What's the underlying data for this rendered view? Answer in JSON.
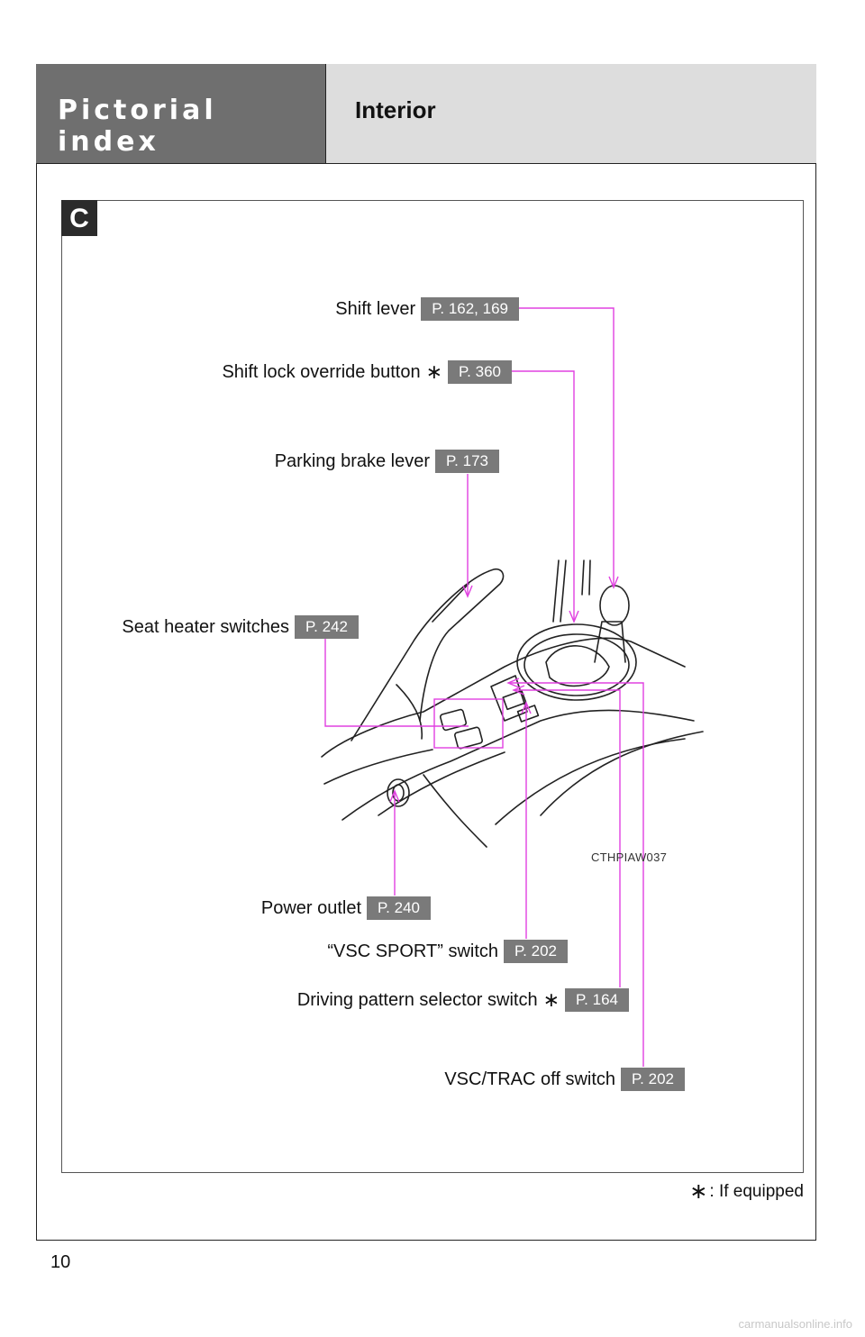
{
  "header": {
    "section_title": "Pictorial index",
    "page_topic": "Interior"
  },
  "panel": {
    "tag": "C"
  },
  "callouts": {
    "shift_lever": {
      "label": "Shift lever",
      "page": "P. 162, 169"
    },
    "shift_lock": {
      "label": "Shift lock override button",
      "star": "∗",
      "page": "P. 360"
    },
    "parking_brake": {
      "label": "Parking brake lever",
      "page": "P. 173"
    },
    "seat_heater": {
      "label": "Seat heater switches",
      "page": "P. 242"
    },
    "power_outlet": {
      "label": "Power outlet",
      "page": "P. 240"
    },
    "vsc_sport": {
      "label": "“VSC SPORT” switch",
      "page": "P. 202"
    },
    "driving_pattern": {
      "label": "Driving pattern selector switch",
      "star": "∗",
      "page": "P. 164"
    },
    "vsc_trac": {
      "label": "VSC/TRAC off switch",
      "page": "P. 202"
    }
  },
  "illustration": {
    "code": "CTHPIAW037"
  },
  "footnote": {
    "star": "∗",
    "text": ": If equipped"
  },
  "page_number": "10",
  "watermark": "carmanualsonline.info",
  "colors": {
    "leader_line": "#e040e0",
    "header_dark": "#6f6f6f",
    "header_light": "#dddddd",
    "page_badge": "#7a7a7a"
  }
}
